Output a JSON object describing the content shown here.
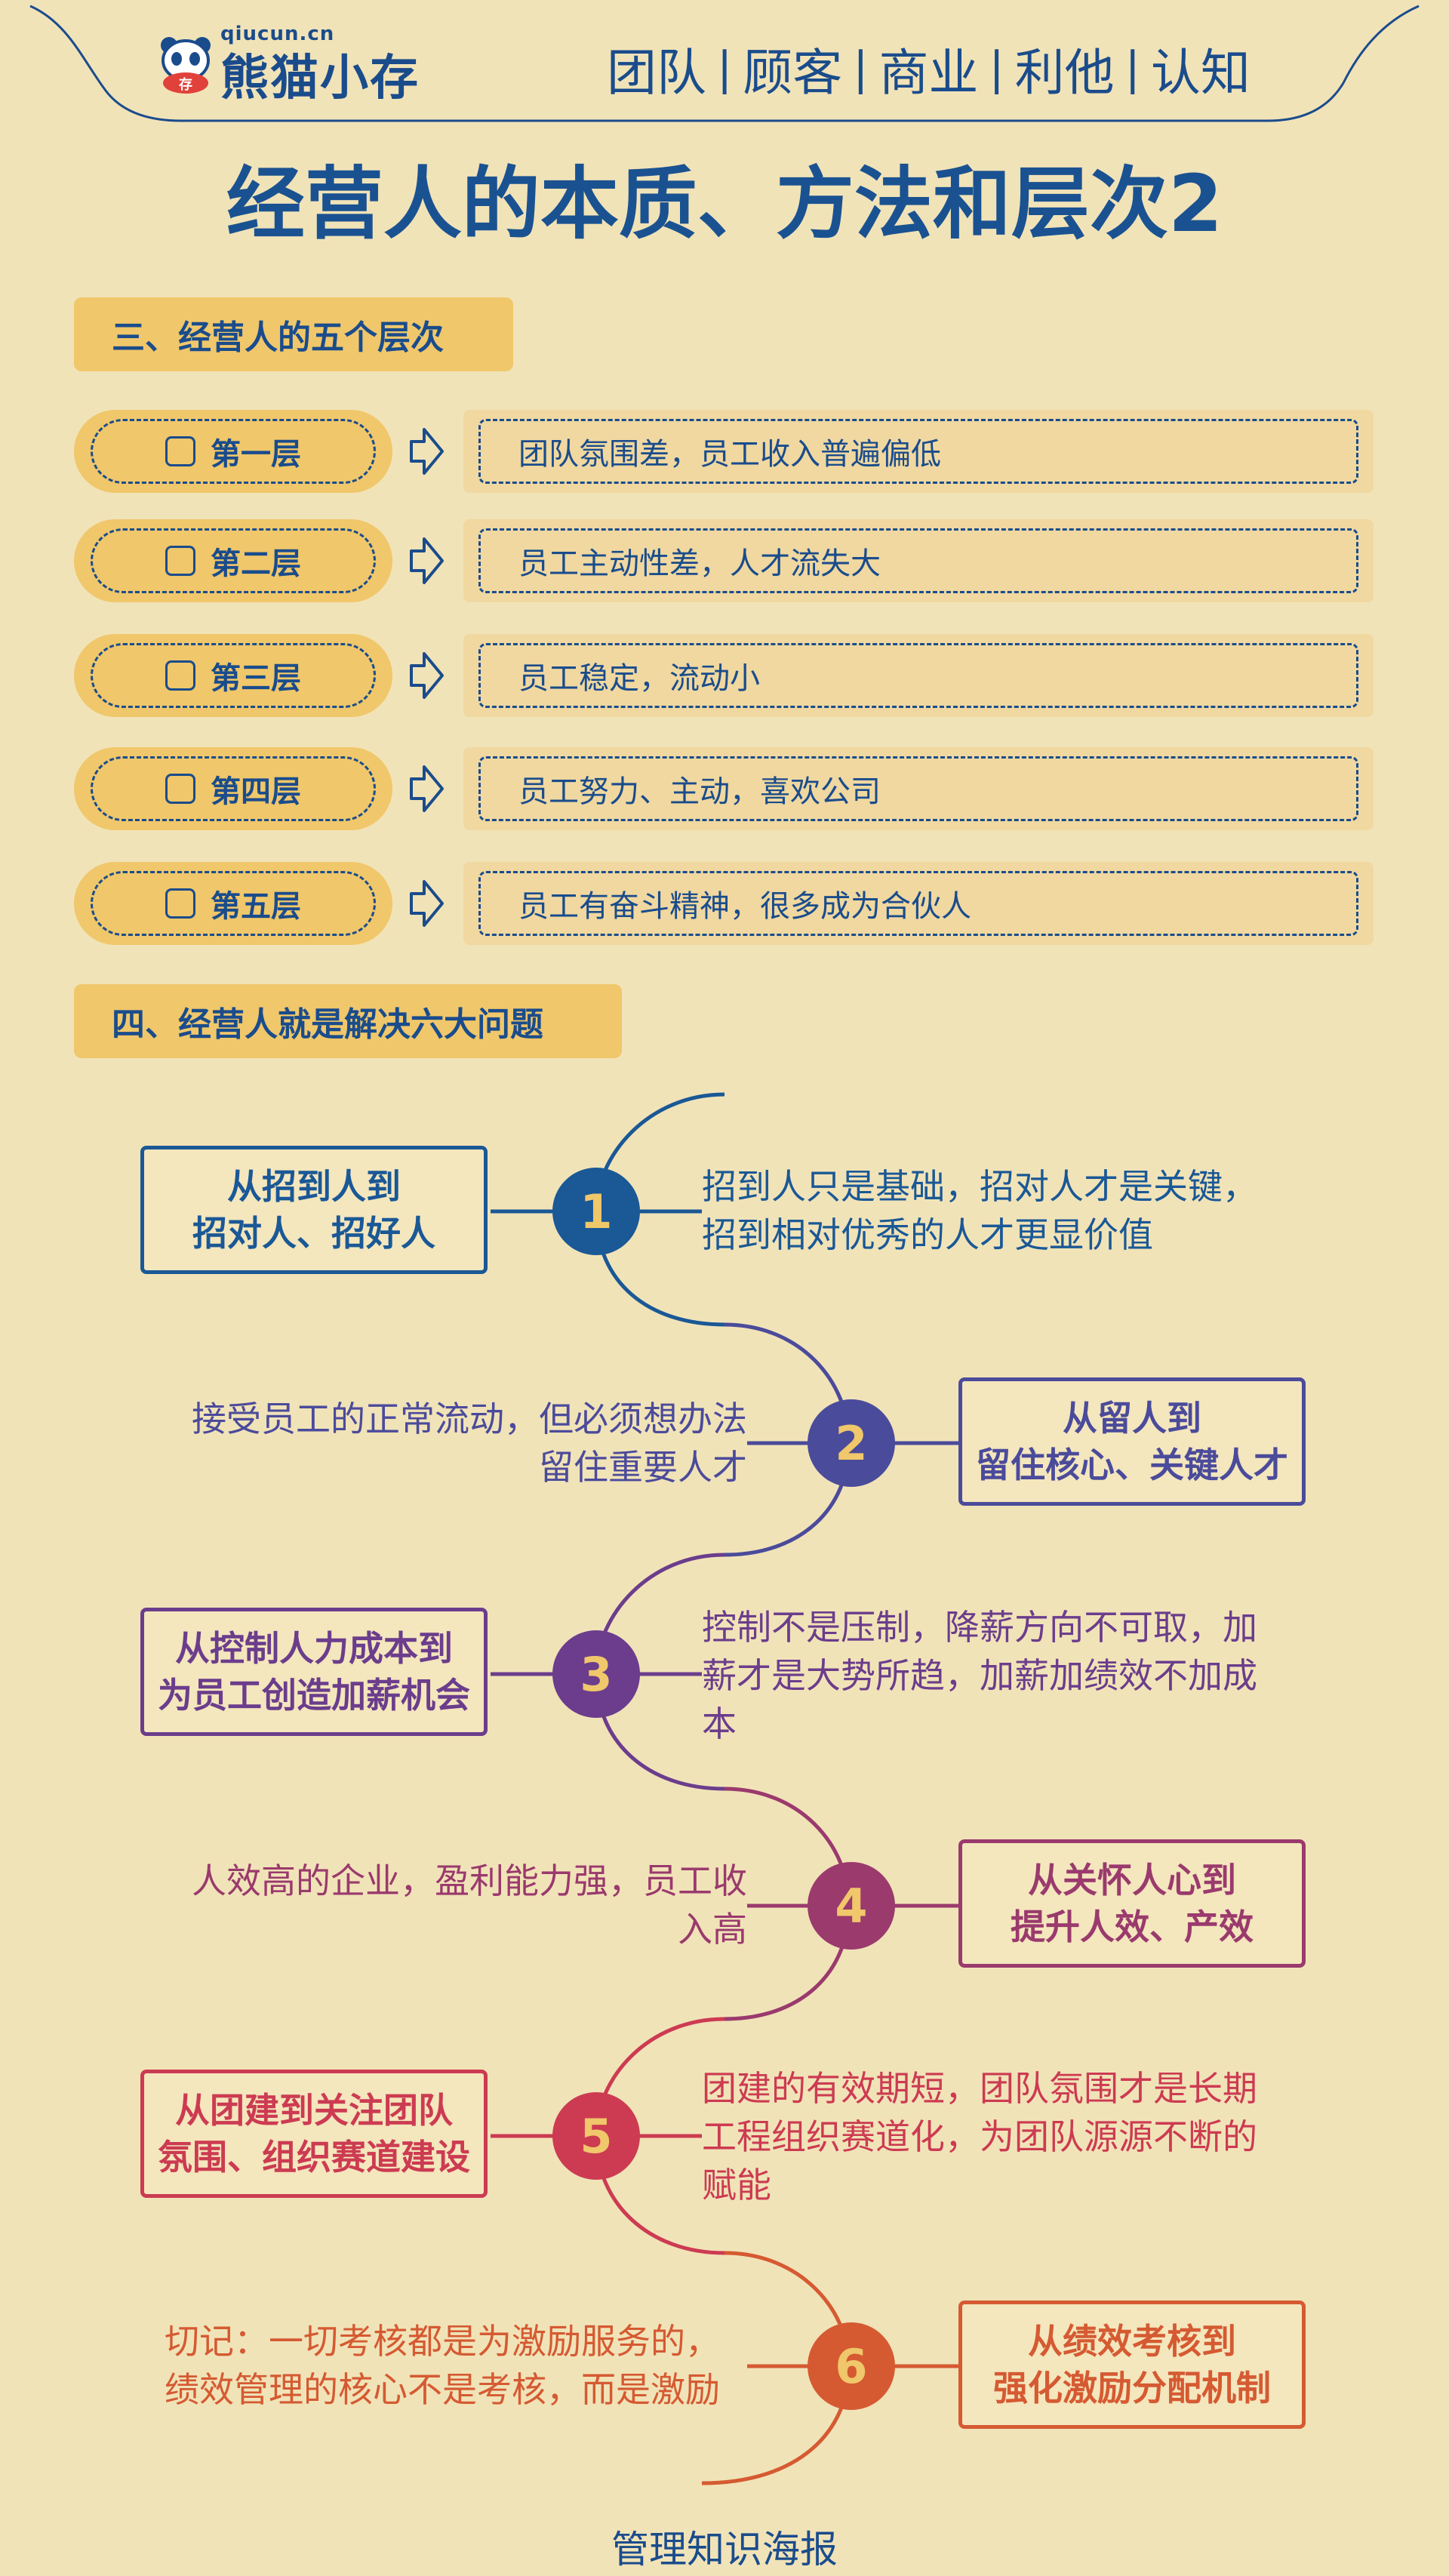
{
  "header": {
    "brand_url": "qiucun.cn",
    "brand_name": "熊猫小存",
    "panda_badge": "存",
    "nav": [
      "团队",
      "顾客",
      "商业",
      "利他",
      "认知"
    ]
  },
  "title": "经营人的本质、方法和层次2",
  "section3": {
    "heading": "三、经营人的五个层次",
    "levels": [
      {
        "label": "第一层",
        "text": "团队氛围差，员工收入普遍偏低"
      },
      {
        "label": "第二层",
        "text": "员工主动性差，人才流失大"
      },
      {
        "label": "第三层",
        "text": "员工稳定，流动小"
      },
      {
        "label": "第四层",
        "text": "员工努力、主动，喜欢公司"
      },
      {
        "label": "第五层",
        "text": "员工有奋斗精神，很多成为合伙人"
      }
    ]
  },
  "section4": {
    "heading": "四、经营人就是解决六大问题",
    "items": [
      {
        "num": "1",
        "box": [
          "从招到人到",
          "招对人、招好人"
        ],
        "desc": [
          "招到人只是基础，招对人才是关键，",
          "招到相对优秀的人才更显价值"
        ]
      },
      {
        "num": "2",
        "box": [
          "从留人到",
          "留住核心、关键人才"
        ],
        "desc": [
          "接受员工的正常流动，但必须想办法",
          "留住重要人才"
        ]
      },
      {
        "num": "3",
        "box": [
          "从控制人力成本到",
          "为员工创造加薪机会"
        ],
        "desc": [
          "控制不是压制，降薪方向不可取，加",
          "薪才是大势所趋，加薪加绩效不加成",
          "本"
        ]
      },
      {
        "num": "4",
        "box": [
          "从关怀人心到",
          "提升人效、产效"
        ],
        "desc": [
          "人效高的企业，盈利能力强，员工收",
          "入高"
        ]
      },
      {
        "num": "5",
        "box": [
          "从团建到关注团队",
          "氛围、组织赛道建设"
        ],
        "desc": [
          "团建的有效期短，团队氛围才是长期",
          "工程组织赛道化，为团队源源不断的",
          "赋能"
        ]
      },
      {
        "num": "6",
        "box": [
          "从绩效考核到",
          "强化激励分配机制"
        ],
        "desc": [
          "切记：一切考核都是为激励服务的，",
          "绩效管理的核心不是考核，而是激励"
        ]
      }
    ]
  },
  "footer": "管理知识海报",
  "colors": {
    "background": "#f1e3b8",
    "navy": "#1a4c8c",
    "gold": "#f0c76a",
    "steps": [
      "#1a5896",
      "#4b4b9b",
      "#6b3d8c",
      "#9a3a6d",
      "#cc3b52",
      "#d55a32"
    ]
  }
}
